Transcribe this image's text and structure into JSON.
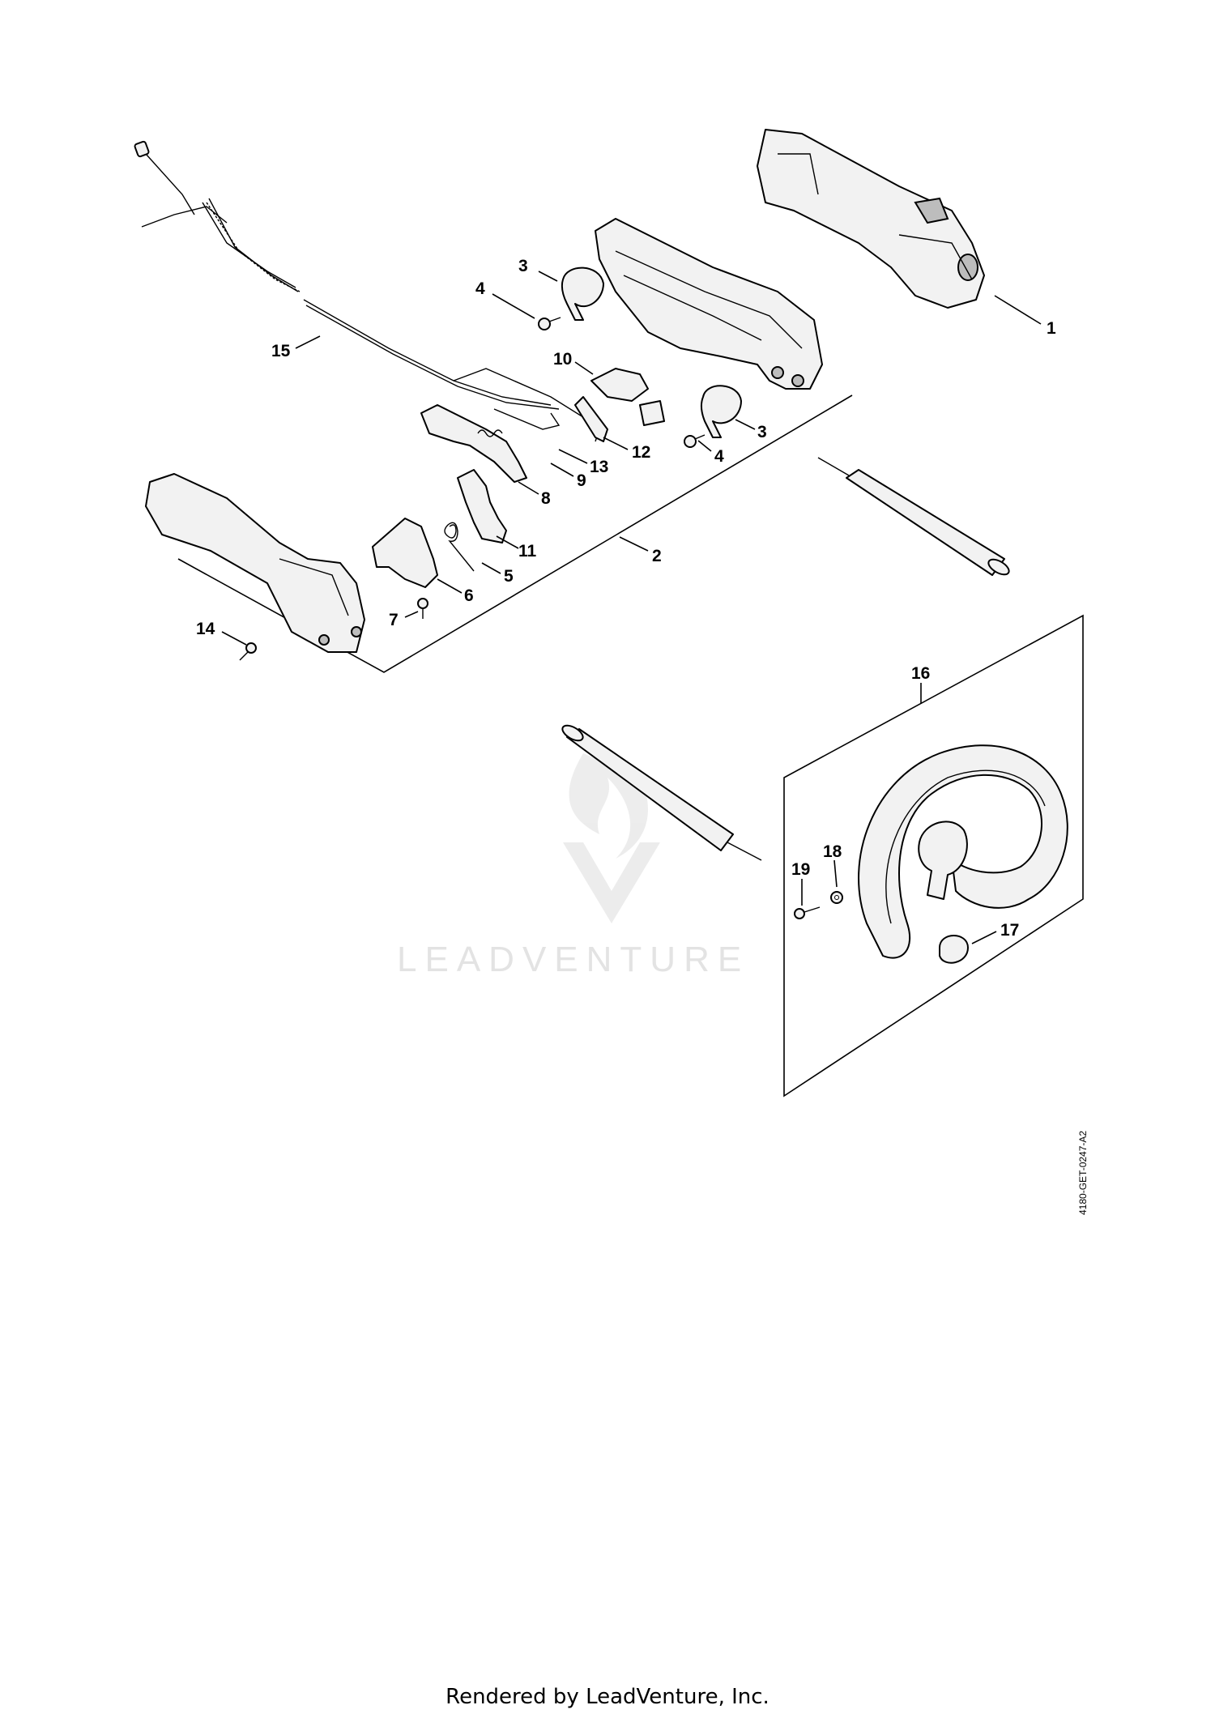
{
  "callouts": [
    {
      "label": "1"
    },
    {
      "label": "2"
    },
    {
      "label": "3"
    },
    {
      "label": "3"
    },
    {
      "label": "4"
    },
    {
      "label": "4"
    },
    {
      "label": "5"
    },
    {
      "label": "6"
    },
    {
      "label": "7"
    },
    {
      "label": "8"
    },
    {
      "label": "9"
    },
    {
      "label": "10"
    },
    {
      "label": "11"
    },
    {
      "label": "12"
    },
    {
      "label": "13"
    },
    {
      "label": "14"
    },
    {
      "label": "15"
    },
    {
      "label": "16"
    },
    {
      "label": "17"
    },
    {
      "label": "18"
    },
    {
      "label": "19"
    }
  ],
  "document_code": "4180-GET-0247-A2",
  "watermark_text": "LEADVENTURE",
  "footer_text": "Rendered by LeadVenture, Inc."
}
